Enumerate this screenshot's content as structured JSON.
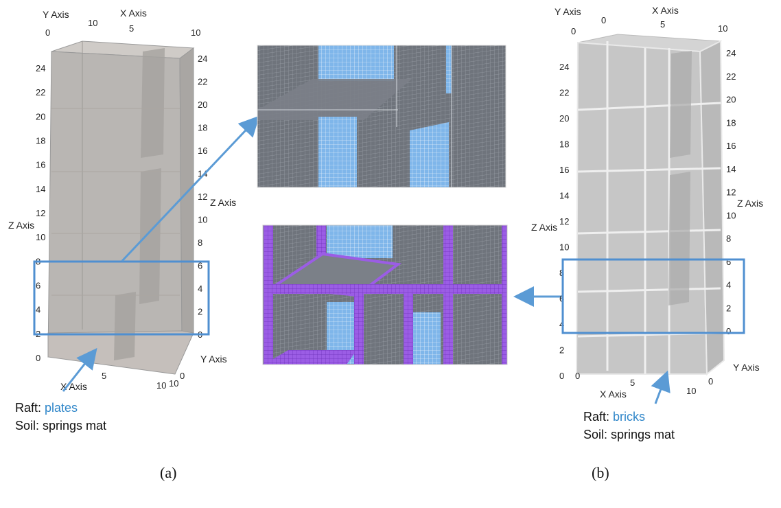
{
  "panel_a": {
    "caption": "(a)",
    "axes": {
      "y_axis_top": "Y Axis",
      "x_axis_top": "X Axis",
      "z_axis_right": "Z Axis",
      "z_axis_left": "Z Axis",
      "y_axis_bottom": "Y Axis",
      "x_axis_bottom": "X Axis"
    },
    "ticks_left": [
      "24",
      "22",
      "20",
      "18",
      "16",
      "14",
      "12",
      "10",
      "8",
      "6",
      "4",
      "2",
      "0"
    ],
    "ticks_right": [
      "24",
      "22",
      "20",
      "18",
      "16",
      "14",
      "12",
      "10",
      "8",
      "6",
      "4",
      "2",
      "0"
    ],
    "ticks_top": [
      "0",
      "10",
      "5",
      "10"
    ],
    "ticks_bottom_x": [
      "5",
      "10"
    ],
    "ticks_bottom_y": [
      "10",
      "0"
    ],
    "note": {
      "raft_prefix": "Raft: ",
      "raft_value": "plates",
      "soil": "Soil: springs mat"
    }
  },
  "panel_b": {
    "caption": "(b)",
    "axes": {
      "y_axis_top": "Y Axis",
      "x_axis_top": "X Axis",
      "z_axis_right": "Z Axis",
      "z_axis_left": "Z Axis",
      "y_axis_bottom": "Y Axis",
      "x_axis_bottom": "X Axis"
    },
    "ticks_left": [
      "24",
      "22",
      "20",
      "18",
      "16",
      "14",
      "12",
      "10",
      "8",
      "6",
      "4",
      "2",
      "0"
    ],
    "ticks_right": [
      "24",
      "22",
      "20",
      "18",
      "16",
      "14",
      "12",
      "10",
      "8",
      "6",
      "4",
      "2",
      "0"
    ],
    "ticks_top": [
      "0",
      "0",
      "5",
      "10"
    ],
    "ticks_bottom_x": [
      "0",
      "5",
      "10"
    ],
    "ticks_bottom_y": [
      "0"
    ],
    "note": {
      "raft_prefix": "Raft: ",
      "raft_value": "bricks",
      "soil": "Soil: springs mat"
    }
  },
  "colors": {
    "highlight": "#4f8fd0",
    "mesh_dark": "#6f747c",
    "mesh_blue": "#7fb6ea",
    "brick_purple": "#9b5de5",
    "model_gray": "#b9b6b3",
    "accent_text": "#2f86c9"
  }
}
